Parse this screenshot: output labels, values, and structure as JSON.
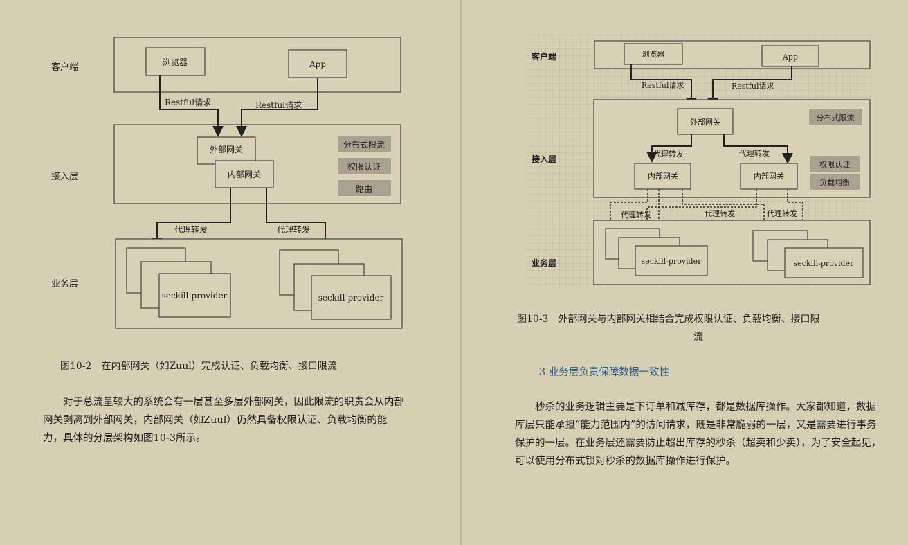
{
  "left": {
    "diagram": {
      "layers": {
        "client": "客户端",
        "access": "接入层",
        "business": "业务层"
      },
      "nodes": {
        "browser": "浏览器",
        "app": "App",
        "external_gateway": "外部网关",
        "internal_gateway": "内部网关",
        "provider_left": "seckill-provider",
        "provider_right": "seckill-provider"
      },
      "edges": {
        "restful_left": "Restful请求",
        "restful_right": "Restful请求",
        "proxy_left": "代理转发",
        "proxy_right": "代理转发"
      },
      "features": [
        "分布式限流",
        "权限认证",
        "路由"
      ]
    },
    "caption": "图10-2　在内部网关（如Zuul）完成认证、负载均衡、接口限流",
    "paragraph": "对于总流量较大的系统会有一层甚至多层外部网关，因此限流的职责会从内部网关剥离到外部网关，内部网关（如Zuul）仍然具备权限认证、负载均衡的能力，具体的分层架构如图10-3所示。"
  },
  "right": {
    "diagram": {
      "layers": {
        "client": "客户端",
        "access": "接入层",
        "business": "业务层"
      },
      "nodes": {
        "browser": "浏览器",
        "app": "App",
        "external_gateway": "外部网关",
        "internal_gateway_left": "内部网关",
        "internal_gateway_right": "内部网关",
        "provider_left": "seckill-provider",
        "provider_right": "seckill-provider"
      },
      "edges": {
        "restful_left": "Restful请求",
        "restful_right": "Restful请求",
        "proxy_top_left": "代理转发",
        "proxy_top_right": "代理转发",
        "proxy_bottom_1": "代理转发",
        "proxy_bottom_2": "代理转发",
        "proxy_bottom_3": "代理转发"
      },
      "features": {
        "rate_limit": "分布式限流",
        "auth": "权限认证",
        "load_balance": "负载均衡"
      }
    },
    "caption_line1": "图10-3　外部网关与内部网关相结合完成权限认证、负载均衡、接口限",
    "caption_line2": "流",
    "section_heading": "3.业务层负责保障数据一致性",
    "paragraph": "秒杀的业务逻辑主要是下订单和减库存，都是数据库操作。大家都知道，数据库层只能承担“能力范围内”的访问请求，既是非常脆弱的一层，又是需要进行事务保护的一层。在业务层还需要防止超出库存的秒杀（超卖和少卖），为了安全起见，可以使用分布式锁对秒杀的数据库操作进行保护。"
  }
}
